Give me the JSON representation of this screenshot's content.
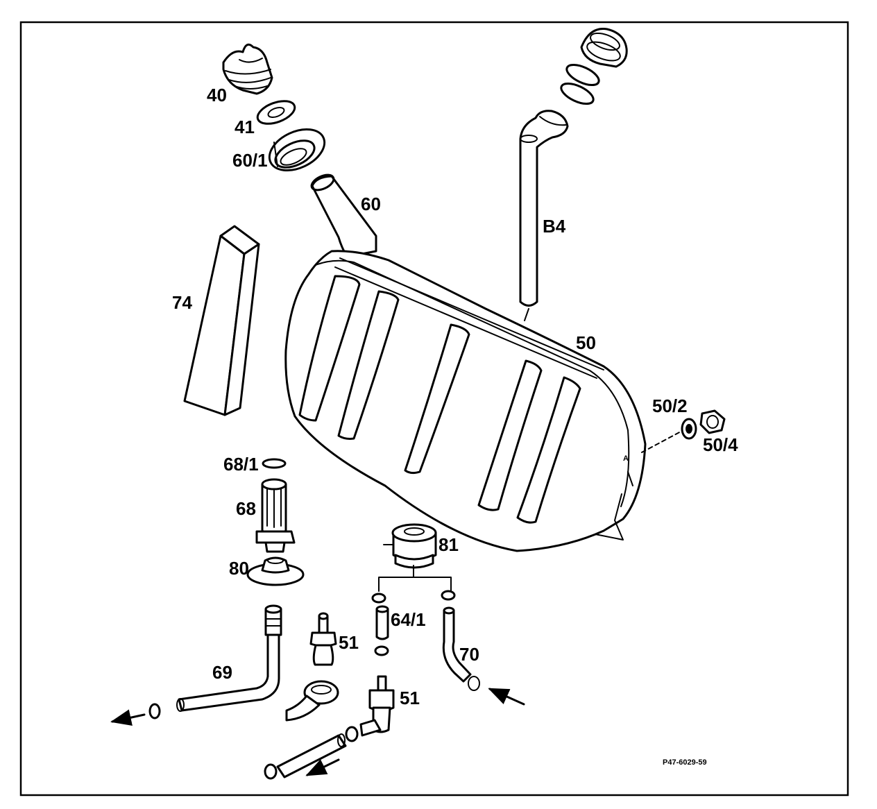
{
  "labels": {
    "p40": "40",
    "p41": "41",
    "p60_1": "60/1",
    "p60": "60",
    "pB4": "B4",
    "p74": "74",
    "p50": "50",
    "p50_2": "50/2",
    "p50_4": "50/4",
    "p68_1": "68/1",
    "p68": "68",
    "p80": "80",
    "p81": "81",
    "p64_1": "64/1",
    "p51a": "51",
    "p51b": "51",
    "p70": "70",
    "p69": "69",
    "tank_marker": "A"
  },
  "drawing_code": "P47-6029-59"
}
